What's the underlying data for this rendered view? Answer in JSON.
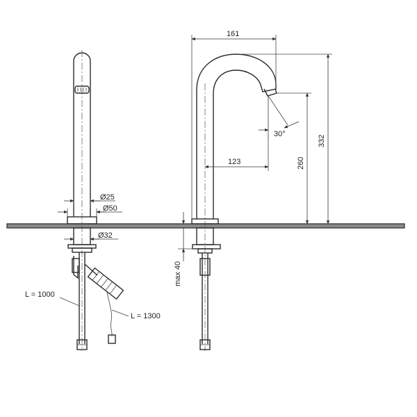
{
  "dimensions": {
    "width_161": "161",
    "height_332": "332",
    "height_260": "260",
    "reach_123": "123",
    "angle_30": "30°",
    "dia_25": "Ø25",
    "dia_50": "Ø50",
    "dia_32": "Ø32",
    "max_40": "max 40"
  },
  "cables": {
    "hose_length": "L = 1000",
    "cable_length": "L = 1300"
  }
}
